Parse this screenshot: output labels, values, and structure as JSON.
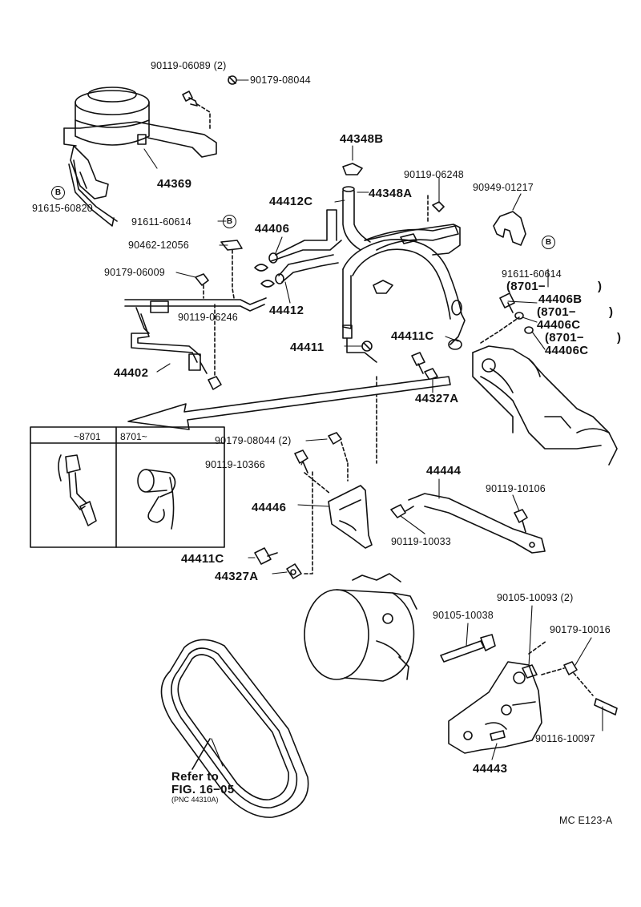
{
  "labels": {
    "p90119_06089": "90119-06089 (2)",
    "p90179_08044_top": "90179-08044",
    "p44348b": "44348B",
    "p90119_06248": "90119-06248",
    "p90949_01217": "90949-01217",
    "p44412c": "44412C",
    "p44348a": "44348A",
    "p44369": "44369",
    "p91615_60820": "91615-60820",
    "p91611_60614_left": "91611-60614",
    "p44406": "44406",
    "p90462_12056": "90462-12056",
    "p91611_60614_right": "91611-60614",
    "p8701_a": "(8701−",
    "p44406b": "44406B",
    "p8701_b": "(8701−",
    "p44406c_1": "44406C",
    "p8701_c": "(8701−",
    "p44406c_2": "44406C",
    "p90179_06009": "90179-06009",
    "p44412": "44412",
    "p90119_06246": "90119-06246",
    "p44411": "44411",
    "p44411c_top": "44411C",
    "p44402": "44402",
    "p44327a_top": "44327A",
    "inset_col1": "~8701",
    "inset_col2": "8701~",
    "p90179_08044_2": "90179-08044 (2)",
    "p90119_10366": "90119-10366",
    "p44444": "44444",
    "p90119_10106": "90119-10106",
    "p44446": "44446",
    "p90119_10033": "90119-10033",
    "p44411c_bot": "44411C",
    "p44327a_bot": "44327A",
    "p90105_10093": "90105-10093 (2)",
    "p90105_10038": "90105-10038",
    "p90179_10016": "90179-10016",
    "p90116_10097": "90116-10097",
    "p44443": "44443",
    "refer_to": "Refer to",
    "fig_ref": "FIG. 16−05",
    "pnc_ref": "(PNC 44310A)",
    "drawing_code": "MC E123-A"
  },
  "markers": {
    "b_left": "B",
    "b_mid": "B",
    "b_right": "B"
  },
  "paren_close": ")"
}
